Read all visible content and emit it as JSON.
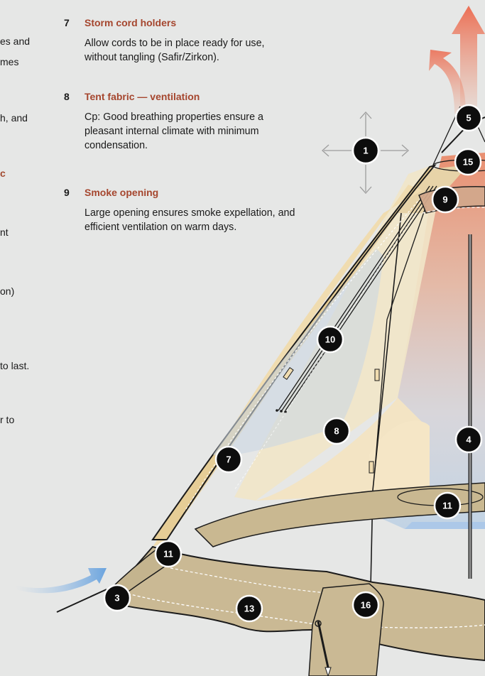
{
  "left_fragments": [
    "es and",
    "mes",
    "h, and",
    "c",
    "nt",
    "on)",
    "to last.",
    "r to"
  ],
  "legend": [
    {
      "number": "7",
      "title": "Storm cord holders",
      "description": "Allow cords to be in place ready for use, without tangling (Safir/Zirkon)."
    },
    {
      "number": "8",
      "title": "Tent fabric — ventilation",
      "description": "Cp: Good breathing properties ensure a pleasant internal climate with minimum condensation."
    },
    {
      "number": "9",
      "title": "Smoke opening",
      "description": "Large opening ensures smoke expellation, and efficient ventilation on warm days."
    }
  ],
  "badges": [
    "1",
    "3",
    "4",
    "5",
    "7",
    "8",
    "9",
    "10",
    "11",
    "11",
    "13",
    "15",
    "16"
  ],
  "colors": {
    "heading": "#a5462e",
    "badge_fill": "#0d0d0d",
    "background": "#e6e7e6",
    "airflow_warm": "#e8735a",
    "airflow_cool": "#7aaee0",
    "canvas": "#d9c9a4"
  },
  "icons": [
    "four-way-arrow-icon",
    "warm-airflow-arrow-icon",
    "cool-airflow-arrow-icon"
  ]
}
